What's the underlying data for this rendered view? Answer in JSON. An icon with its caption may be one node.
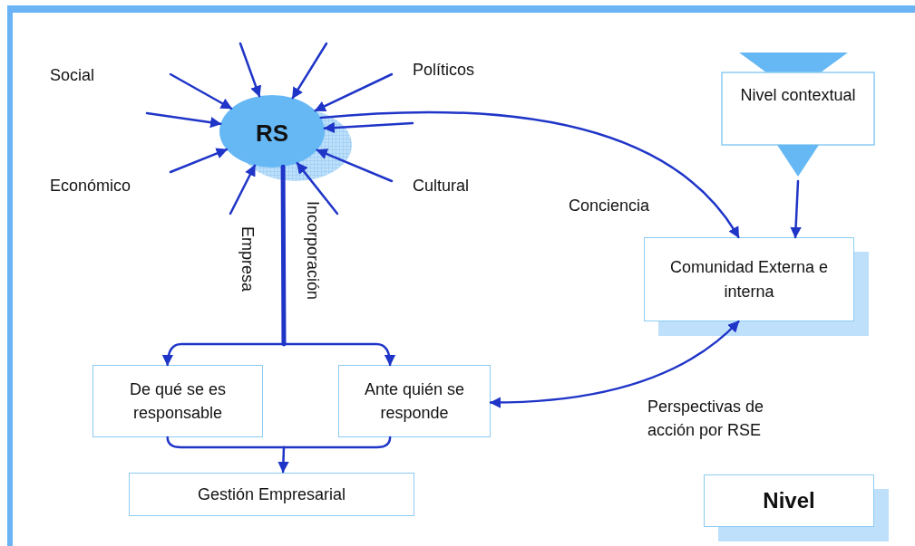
{
  "diagram": {
    "nodes": [
      {
        "text": [
          "RS"
        ]
      },
      {
        "text": [
          "Nivel contextual"
        ]
      },
      {
        "text": [
          "Comunidad Externa e interna"
        ]
      },
      {
        "text": [
          "De qué se es responsable"
        ]
      },
      {
        "text": [
          "Ante quién se responde"
        ]
      },
      {
        "text": [
          "Gestión Empresarial"
        ]
      },
      {
        "text": [
          "Nivel"
        ]
      }
    ],
    "edges": [
      {
        "from": null,
        "to": 0,
        "arrow": "to"
      },
      {
        "from": null,
        "to": 0,
        "arrow": "to"
      },
      {
        "from": null,
        "to": 0,
        "arrow": "to"
      },
      {
        "from": null,
        "to": 0,
        "arrow": "to"
      },
      {
        "from": null,
        "to": 0,
        "arrow": "to"
      },
      {
        "from": null,
        "to": 0,
        "arrow": "to"
      },
      {
        "from": null,
        "to": 0,
        "arrow": "to"
      },
      {
        "from": null,
        "to": 0,
        "arrow": "to"
      },
      {
        "from": null,
        "to": 0,
        "arrow": "to"
      },
      {
        "from": null,
        "to": 0,
        "arrow": "to"
      },
      {
        "from": 0,
        "to": 2,
        "arrow": "to",
        "label": "Conciencia"
      },
      {
        "from": 1,
        "to": 2,
        "arrow": "to"
      },
      {
        "from": 0,
        "to": 3,
        "arrow": "to",
        "label": "Empresa",
        "style": "thick"
      },
      {
        "from": 0,
        "to": 4,
        "arrow": "to",
        "label": "Incorporación",
        "style": "thick"
      },
      {
        "from": 2,
        "to": 4,
        "arrow": "both",
        "label": "Perspectivas de acción por RSE"
      },
      {
        "from": 3,
        "to": 5,
        "arrow": "to"
      },
      {
        "from": 4,
        "to": 5,
        "arrow": "to"
      }
    ],
    "labels": [
      "Social",
      "Políticos",
      "Económico",
      "Cultural"
    ]
  }
}
